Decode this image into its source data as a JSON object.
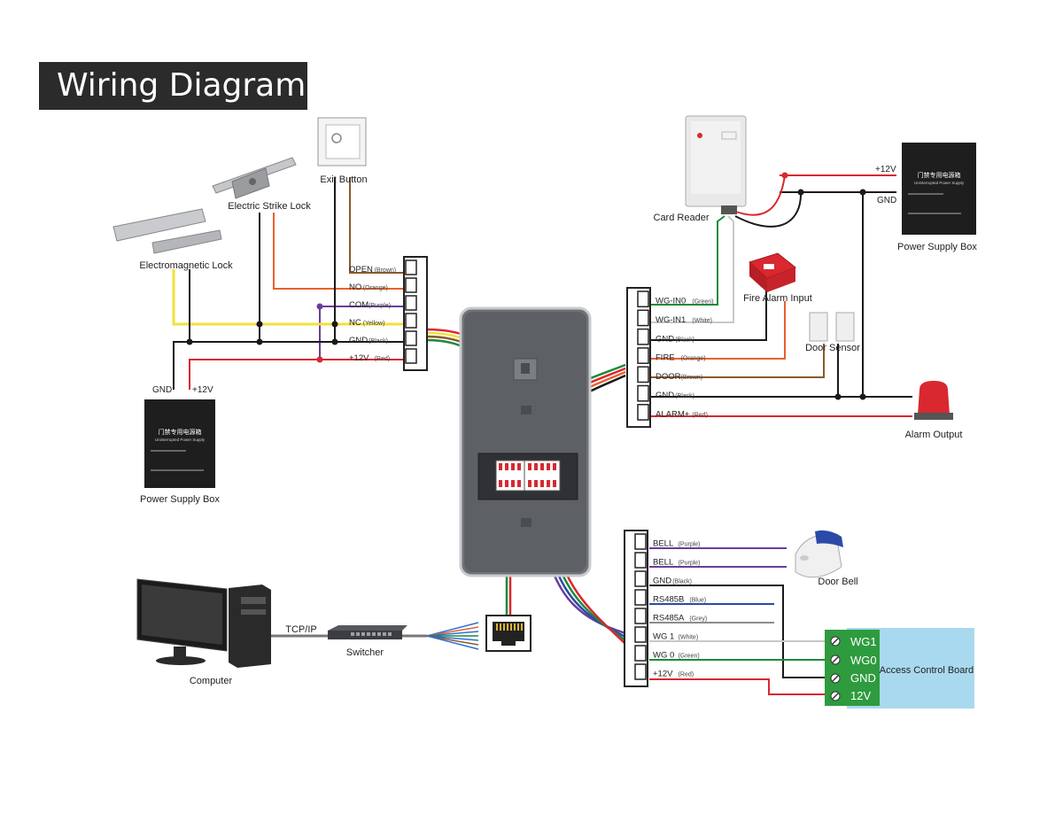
{
  "title": "Wiring Diagram",
  "devices": {
    "exit_button": "Exit Button",
    "electric_strike_lock": "Electric Strike Lock",
    "electromagnetic_lock": "Electromagnetic Lock",
    "power_supply_box": "Power Supply Box",
    "card_reader": "Card Reader",
    "fire_alarm_input": "Fire Alarm Input",
    "door_sensor": "Door Sensor",
    "alarm_output": "Alarm Output",
    "door_bell": "Door Bell",
    "access_control_board": "Access Control Board",
    "computer": "Computer",
    "switcher": "Switcher",
    "tcpip": "TCP/IP"
  },
  "psu_labels": {
    "left_gnd": "GND",
    "left_12v": "+12V",
    "right_12v": "+12V",
    "right_gnd": "GND",
    "box_title": "门禁专用电源箱",
    "box_subtitle": "Uninterrupted Power Supply"
  },
  "left_terminals": [
    {
      "name": "OPEN",
      "color": "(Brown)"
    },
    {
      "name": "NO",
      "color": "(Orange)"
    },
    {
      "name": "COM",
      "color": "(Purple)"
    },
    {
      "name": "NC",
      "color": "(Yellow)"
    },
    {
      "name": "GND",
      "color": "(Black)"
    },
    {
      "name": "+12V",
      "color": "(Red)"
    }
  ],
  "right_top_terminals": [
    {
      "name": "WG-IN0",
      "color": "(Green)"
    },
    {
      "name": "WG-IN1",
      "color": "(White)"
    },
    {
      "name": "GND",
      "color": "(Black)"
    },
    {
      "name": "FIRE",
      "color": "(Orange)"
    },
    {
      "name": "DOOR",
      "color": "(Brown)"
    },
    {
      "name": "GND",
      "color": "(Black)"
    },
    {
      "name": "ALARM+",
      "color": "(Red)"
    }
  ],
  "right_bottom_terminals": [
    {
      "name": "BELL",
      "color": "(Purple)"
    },
    {
      "name": "BELL",
      "color": "(Purple)"
    },
    {
      "name": "GND",
      "color": "(Black)"
    },
    {
      "name": "RS485B",
      "color": "(Blue)"
    },
    {
      "name": "RS485A",
      "color": "(Grey)"
    },
    {
      "name": "WG 1",
      "color": "(White)"
    },
    {
      "name": "WG 0",
      "color": "(Green)"
    },
    {
      "name": "+12V",
      "color": "(Red)"
    }
  ],
  "board_terminals": [
    "WG1",
    "WG0",
    "GND",
    "12V"
  ],
  "colors": {
    "brown": "#8a5a2b",
    "orange": "#e8612c",
    "purple": "#6a3d9a",
    "yellow": "#f2e03a",
    "black": "#1a1a1a",
    "red": "#d9282f",
    "green": "#1c8a3a",
    "white": "#c8c8c8",
    "blue": "#2b4aa8",
    "grey": "#8c8c8c",
    "board_bg": "#a9d9ee",
    "terminal_green": "#2e9b3e"
  }
}
